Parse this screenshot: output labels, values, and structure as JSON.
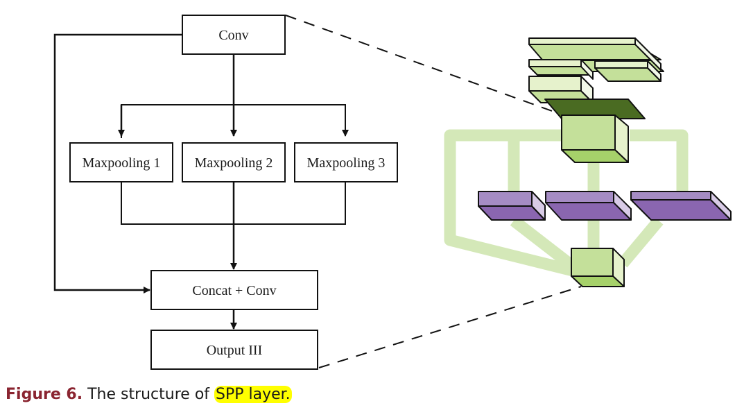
{
  "diagram": {
    "boxes": {
      "conv": "Conv",
      "maxpool1": "Maxpooling 1",
      "maxpool2": "Maxpooling 2",
      "maxpool3": "Maxpooling 3",
      "concat": "Concat + Conv",
      "output": "Output III"
    },
    "colors": {
      "stroke": "#111111",
      "light_green": "#e6f2cc",
      "mid_green": "#c4e09a",
      "green": "#a6d16a",
      "dark_green": "#4a6b22",
      "connector_green": "#d4e8b8",
      "purple_top": "#a58cc4",
      "purple_front": "#8a66b0",
      "purple_side": "#d8cbe6"
    }
  },
  "caption": {
    "label": "Figure 6.",
    "text": " The structure of ",
    "highlighted": "SPP layer."
  }
}
